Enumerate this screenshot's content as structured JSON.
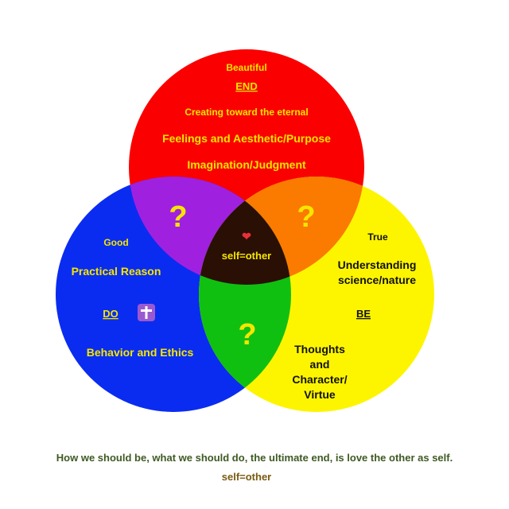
{
  "colors": {
    "red": "#fb0000",
    "blue": "#0a2cf0",
    "yellow": "#fdf500",
    "purple": "#a020e0",
    "orange": "#fb7a00",
    "green": "#10c010",
    "center": "#2a0f05",
    "caption": "#3e5a22",
    "caption2": "#7a5a10"
  },
  "end_circle": {
    "top": "Beautiful",
    "heading": "END",
    "line1": "Creating toward the eternal",
    "line2": "Feelings and Aesthetic/Purpose",
    "line3": "Imagination/Judgment"
  },
  "do_circle": {
    "top": "Good",
    "line1": "Practical Reason",
    "heading": "DO",
    "icon": "cross-icon",
    "line2": "Behavior and Ethics"
  },
  "be_circle": {
    "top": "True",
    "line1": "Understanding",
    "line2": "science/nature",
    "heading": "BE",
    "line3": "Thoughts",
    "line4": "and",
    "line5": "Character/",
    "line6": "Virtue"
  },
  "overlaps": {
    "end_do": "?",
    "end_be": "?",
    "do_be": "?",
    "center_icon": "❤",
    "center": "self=other"
  },
  "caption": {
    "line1": "How we should be, what we should do, the ultimate end, is love the other as self.",
    "line2": "self=other"
  }
}
